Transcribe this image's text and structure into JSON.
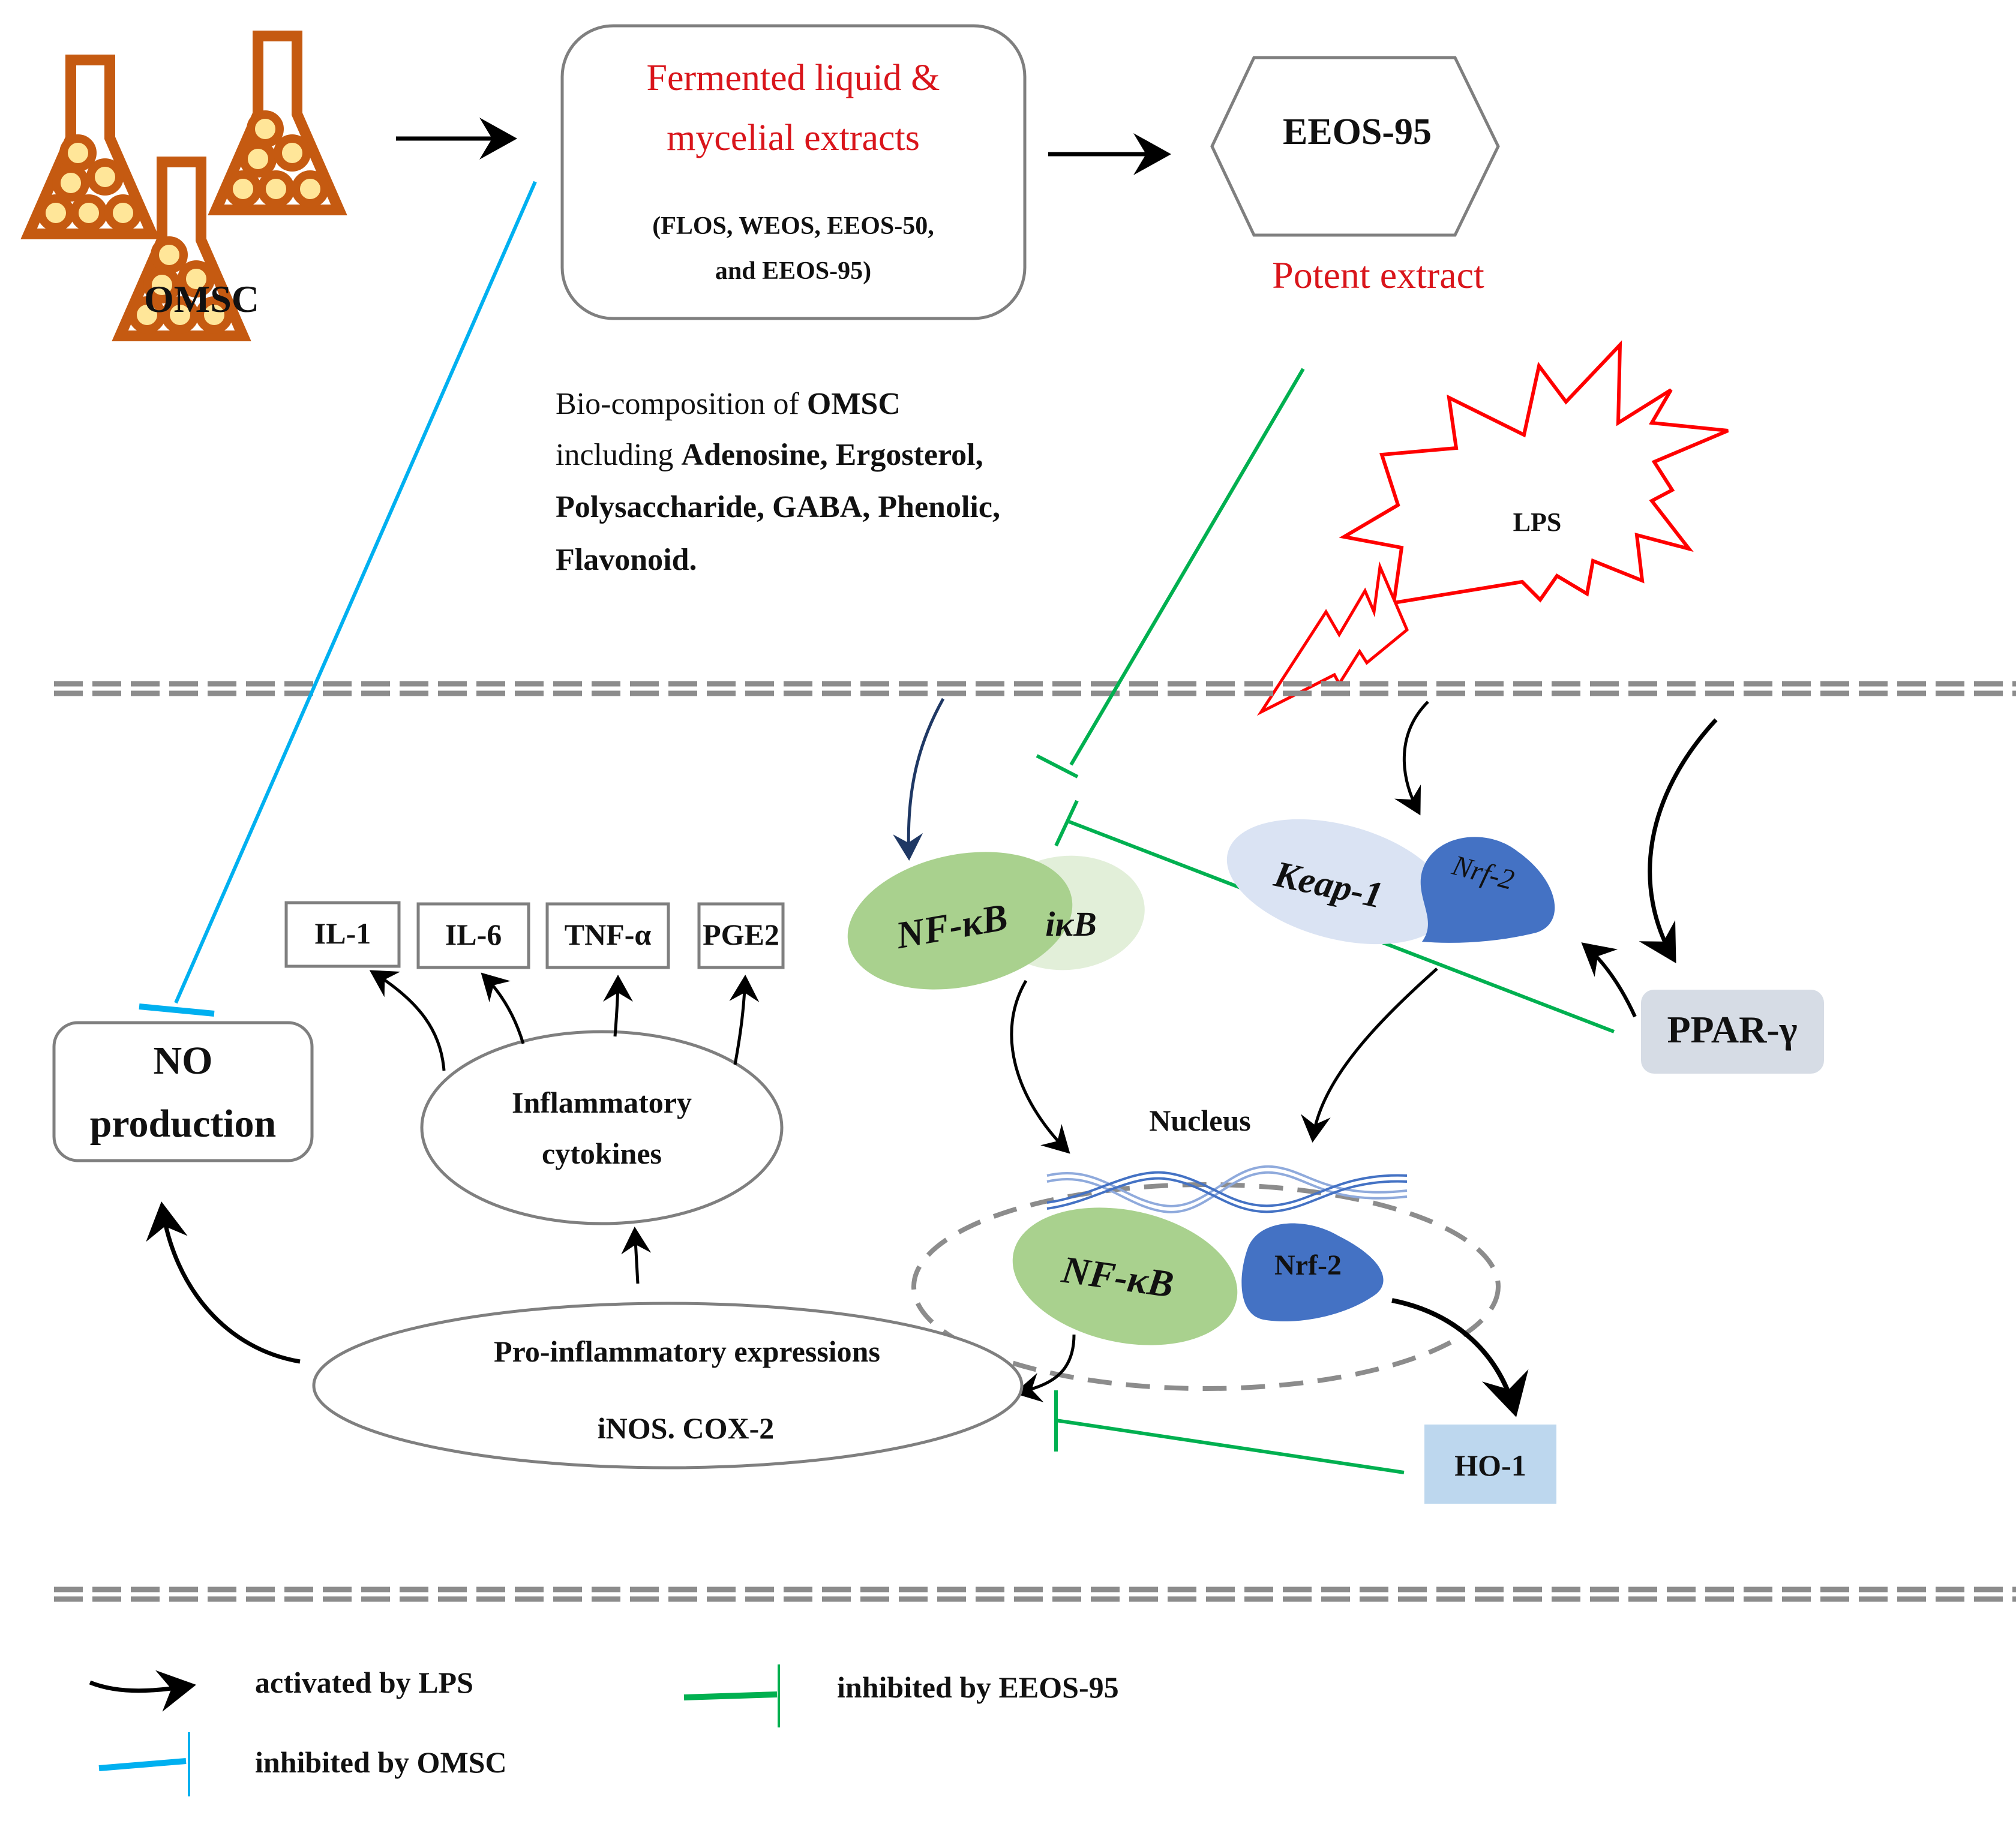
{
  "colors": {
    "flask": "#c55a11",
    "flask_cell": "#ffe699",
    "red_text": "#d9151b",
    "lps_red": "#ff0000",
    "omsc_blue": "#00b0f0",
    "eeos_green": "#00b050",
    "nfkb_green": "#a9d18e",
    "ikb_green": "#e2efd9",
    "keap_blue": "#dae3f3",
    "nrf_blue": "#4472c4",
    "ppar_gray": "#d6dce5",
    "ho1_blue": "#bdd7ee",
    "navy_arrow": "#1f3864",
    "divider_gray": "#8c8c8c"
  },
  "source": {
    "label": "OMSC",
    "icon": "flask-icon"
  },
  "extracts_box": {
    "title_line1": "Fermented liquid &",
    "title_line2": "mycelial extracts",
    "sub_line1": "(FLOS, WEOS, EEOS-50,",
    "sub_line2": "and EEOS-95)"
  },
  "potent": {
    "name": "EEOS-95",
    "caption": "Potent extract"
  },
  "bio_composition": {
    "line1_normal": "Bio-composition of ",
    "line1_bold": "OMSC",
    "line2_normal": "including ",
    "line2_bold": "Adenosine, Ergosterol,",
    "line3_bold": "Polysaccharide, GABA, Phenolic,",
    "line4_bold": "Flavonoid."
  },
  "lps": {
    "label": "LPS"
  },
  "cytoplasm": {
    "nfkb": "NF-κB",
    "ikb": "iκB",
    "keap1": "Keap-1",
    "nrf2": "Nrf-2",
    "ppar": "PPAR-γ"
  },
  "outputs": {
    "no_line1": "NO",
    "no_line2": "production",
    "cytokines": [
      "IL-1",
      "IL-6",
      "TNF-α",
      "PGE2"
    ],
    "inflammatory_line1": "Inflammatory",
    "inflammatory_line2": "cytokines",
    "proinflam_line1": "Pro-inflammatory expressions",
    "proinflam_line2": "iNOS. COX-2"
  },
  "nucleus": {
    "label": "Nucleus",
    "nfkb": "NF-κB",
    "nrf2": "Nrf-2",
    "ho1": "HO-1"
  },
  "legend": {
    "items": [
      {
        "label": "activated by LPS",
        "symbol": "black-arrow"
      },
      {
        "label": "inhibited by EEOS-95",
        "symbol": "green-inhibition"
      },
      {
        "label": "inhibited by OMSC",
        "symbol": "blue-inhibition"
      }
    ]
  }
}
